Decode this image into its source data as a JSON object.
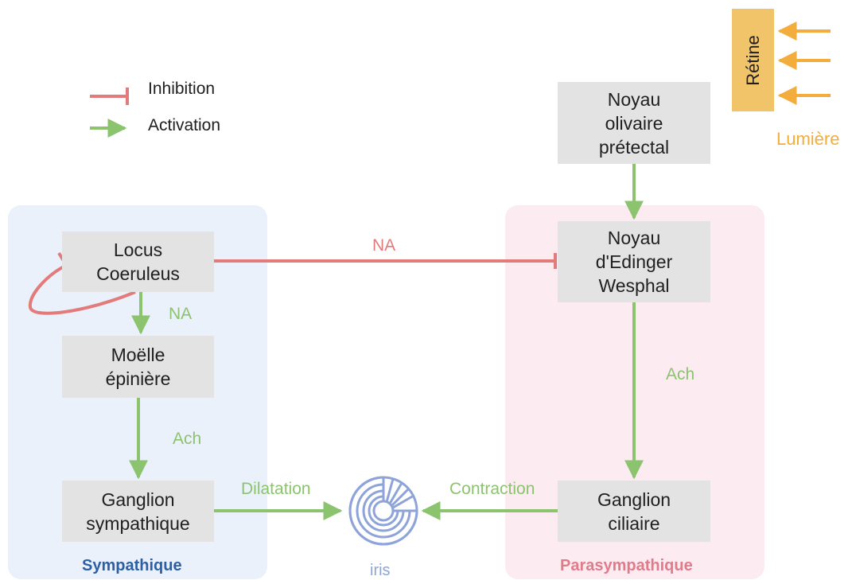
{
  "legend": {
    "inhibition": "Inhibition",
    "activation": "Activation"
  },
  "nodes": {
    "locus": "Locus\nCoeruleus",
    "moelle": "Moëlle\népinière",
    "ganglion_sympathique": "Ganglion\nsympathique",
    "olivaire": "Noyau\nolivaire\nprétectal",
    "edinger": "Noyau\nd'Edinger\nWesphal",
    "ganglion_ciliaire": "Ganglion\nciliaire"
  },
  "retine": "Rétine",
  "lumiere": "Lumière",
  "iris": "iris",
  "edge_labels": {
    "na_inhibition": "NA",
    "na_activation": "NA",
    "ach_left": "Ach",
    "ach_right": "Ach",
    "dilatation": "Dilatation",
    "contraction": "Contraction"
  },
  "panels": {
    "sympathique": "Sympathique",
    "parasympathique": "Parasympathique"
  },
  "colors": {
    "activation": "#8cc36e",
    "inhibition": "#e27b7a",
    "light": "#f3ad3d",
    "iris": "#8ea4d8"
  }
}
